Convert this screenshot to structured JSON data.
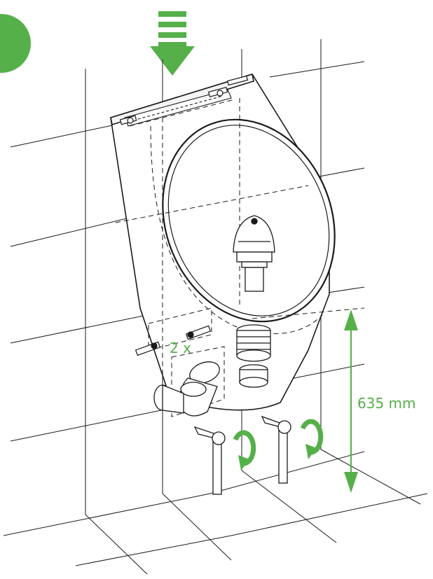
{
  "labels": {
    "count": "2 x",
    "dimension": "635 mm"
  },
  "colors": {
    "accent": "#55b04a",
    "line": "#1a1a1a",
    "background": "#ffffff"
  },
  "icons": {
    "step_badge": "green-circle",
    "push_arrow": "down-arrow",
    "rotate": "clockwise-rotation-arrow"
  }
}
